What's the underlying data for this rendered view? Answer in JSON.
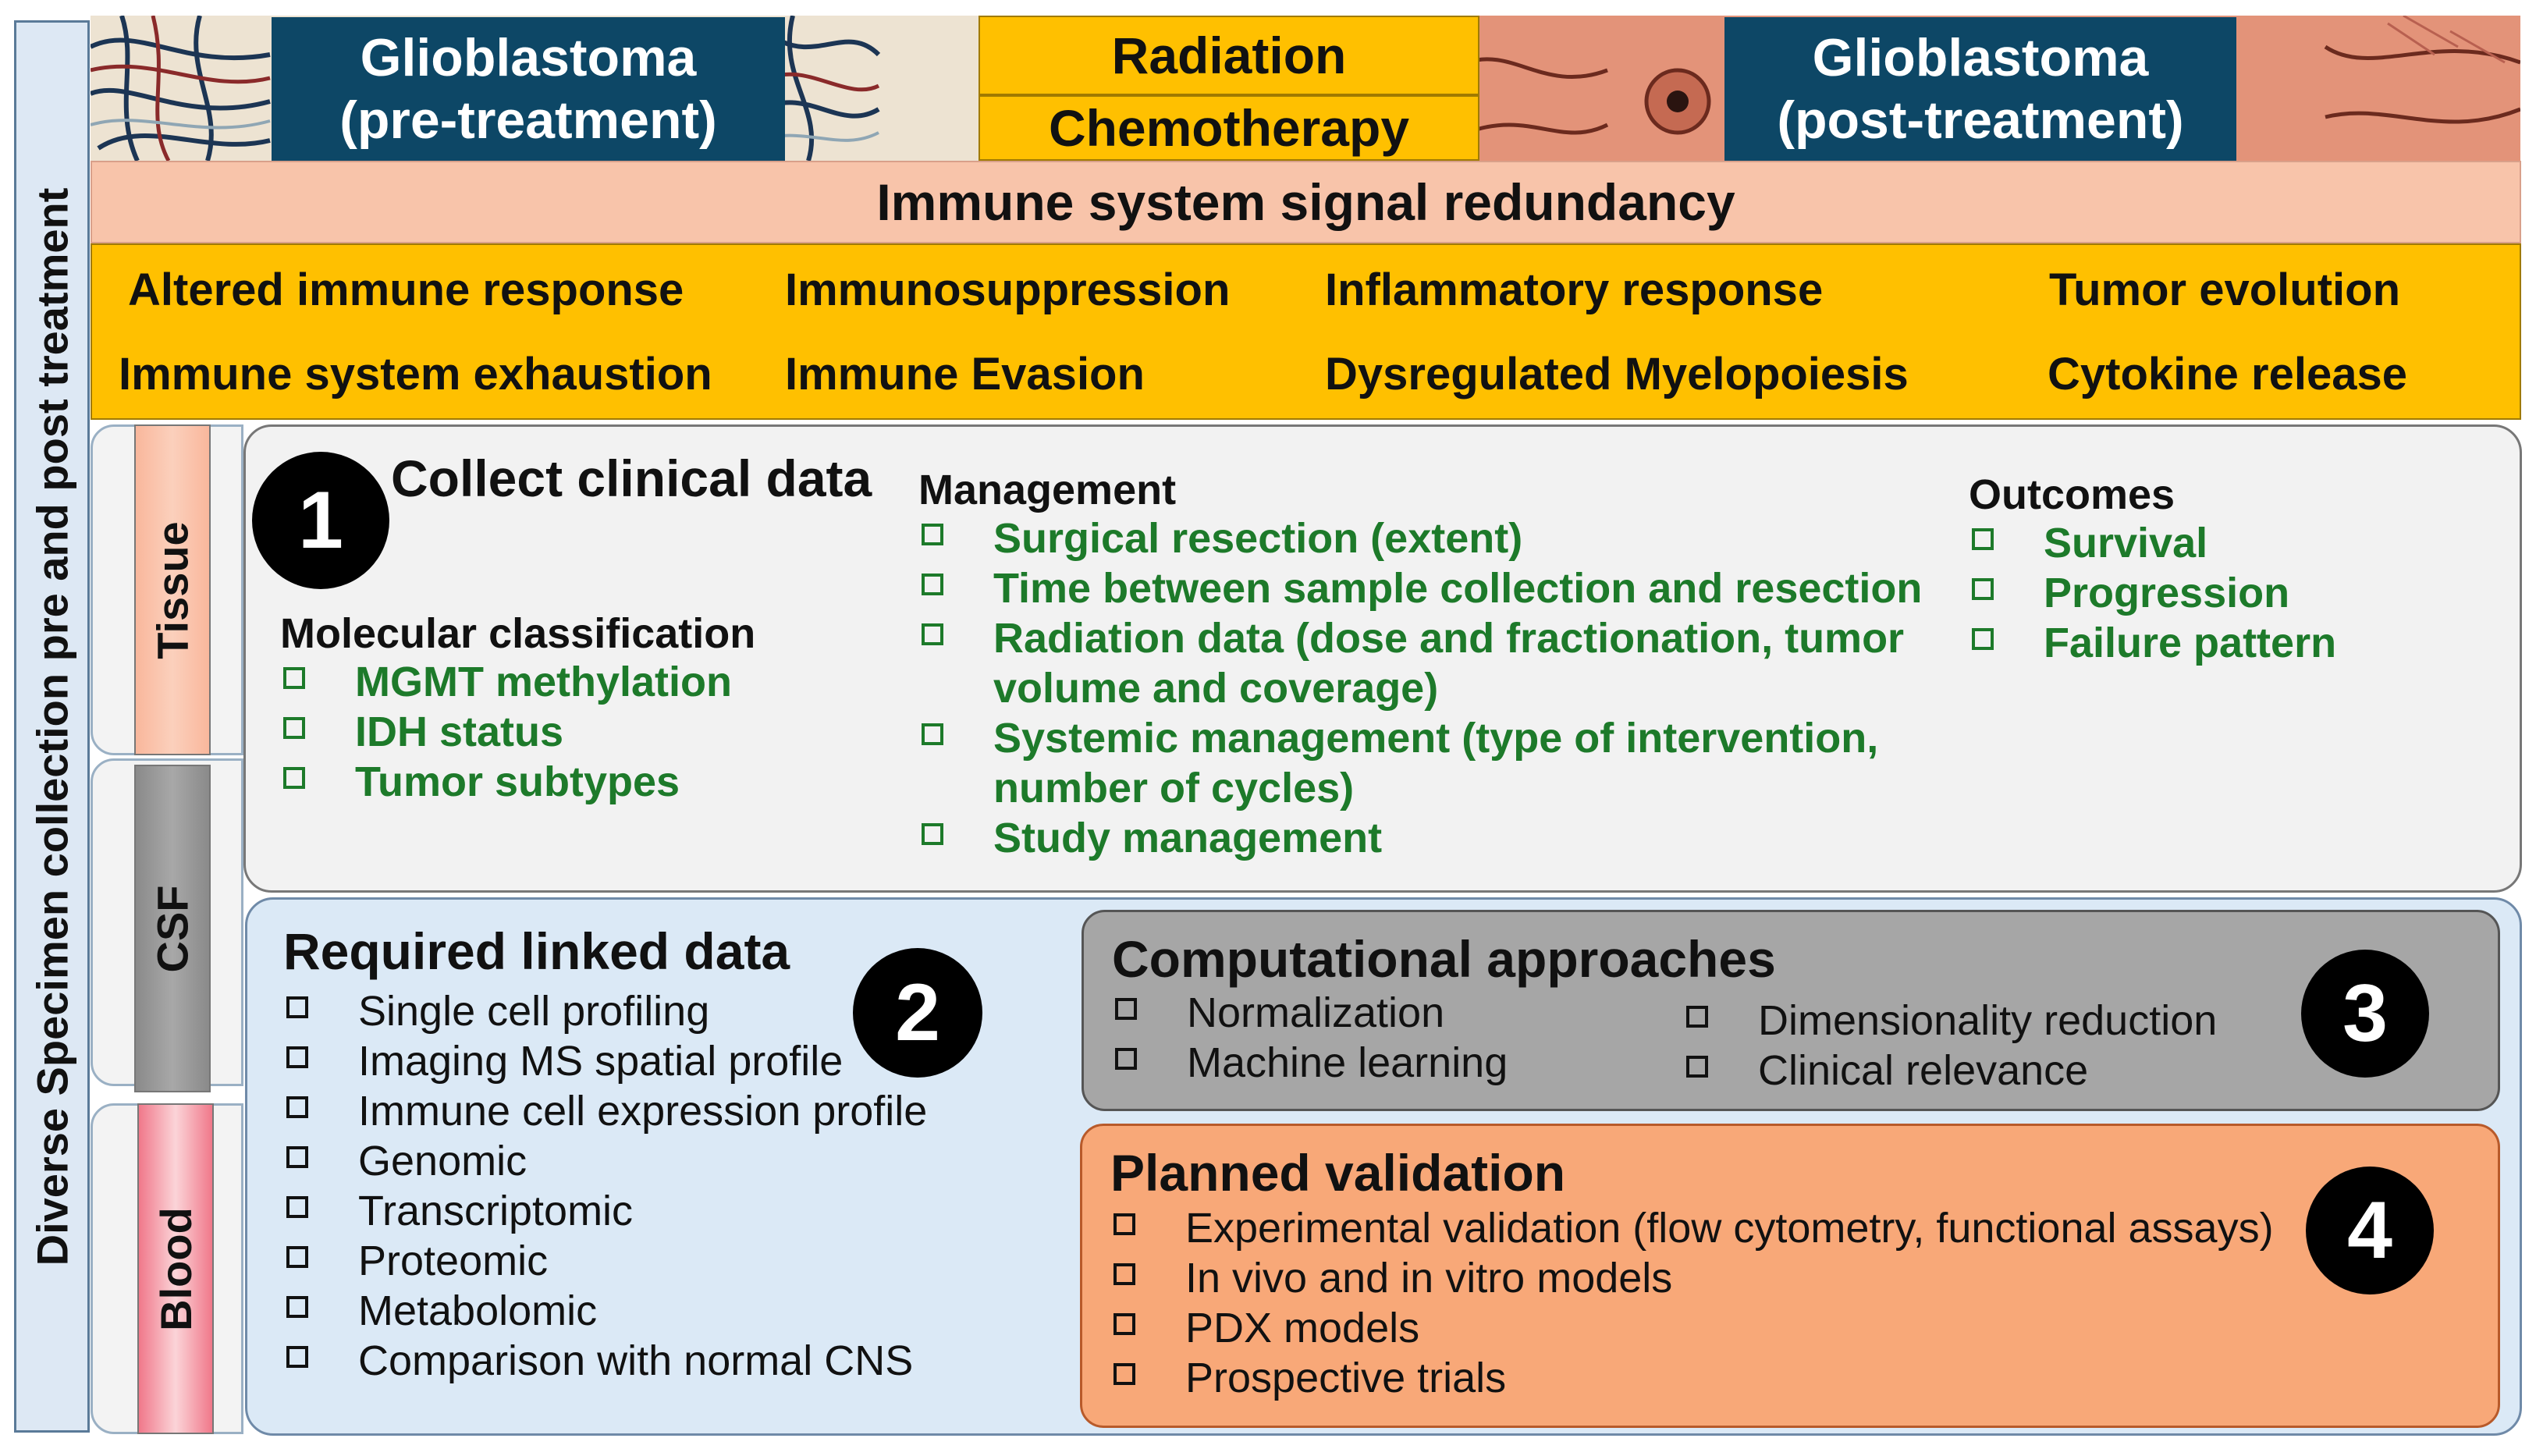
{
  "left_bar": {
    "label": "Diverse Specimen collection pre and post treatment"
  },
  "header": {
    "pre_treatment": [
      "Glioblastoma",
      "(pre-treatment)"
    ],
    "therapy_1": "Radiation",
    "therapy_2": "Chemotherapy",
    "post_treatment": [
      "Glioblastoma",
      "(post-treatment)"
    ]
  },
  "banner": "Immune system signal redundancy",
  "effects": {
    "row1": [
      "Altered immune response",
      "Immunosuppression",
      "Inflammatory response",
      "Tumor evolution"
    ],
    "row2": [
      "Immune system exhaustion",
      "Immune Evasion",
      "Dysregulated Myelopoiesis",
      "Cytokine release"
    ]
  },
  "specimens": [
    "Tissue",
    "CSF",
    "Blood"
  ],
  "panel1": {
    "number": "1",
    "title": "Collect clinical data",
    "molecular": {
      "heading": "Molecular classification",
      "items": [
        "MGMT methylation",
        "IDH status",
        "Tumor subtypes"
      ]
    },
    "management": {
      "heading": "Management",
      "items": [
        "Surgical resection (extent)",
        "Time between sample collection and resection",
        "Radiation data (dose and fractionation, tumor",
        "volume and coverage)",
        "Systemic management (type of intervention,",
        "number of cycles)",
        "Study management"
      ]
    },
    "outcomes": {
      "heading": "Outcomes",
      "items": [
        "Survival",
        "Progression",
        "Failure pattern"
      ]
    }
  },
  "panel2": {
    "number": "2",
    "title": "Required linked data",
    "items": [
      "Single cell profiling",
      "Imaging MS spatial profile",
      "Immune cell expression profile",
      "Genomic",
      "Transcriptomic",
      "Proteomic",
      "Metabolomic",
      "Comparison with normal CNS"
    ]
  },
  "panel3": {
    "number": "3",
    "title": "Computational approaches",
    "col1": [
      "Normalization",
      "Machine learning"
    ],
    "col2": [
      "Dimensionality reduction",
      "Clinical relevance"
    ]
  },
  "panel4": {
    "number": "4",
    "title": "Planned validation",
    "items": [
      "Experimental validation (flow cytometry, functional assays)",
      "In vivo and in vitro models",
      "PDX models",
      "Prospective trials"
    ]
  },
  "colors": {
    "navy": "#0d4766",
    "gold": "#ffc000",
    "salmon": "#f8c4aa",
    "green_text": "#1d7a2a",
    "panel4": "#f8a878",
    "panel3": "#a6a6a6",
    "panel2": "#dbe9f6"
  }
}
